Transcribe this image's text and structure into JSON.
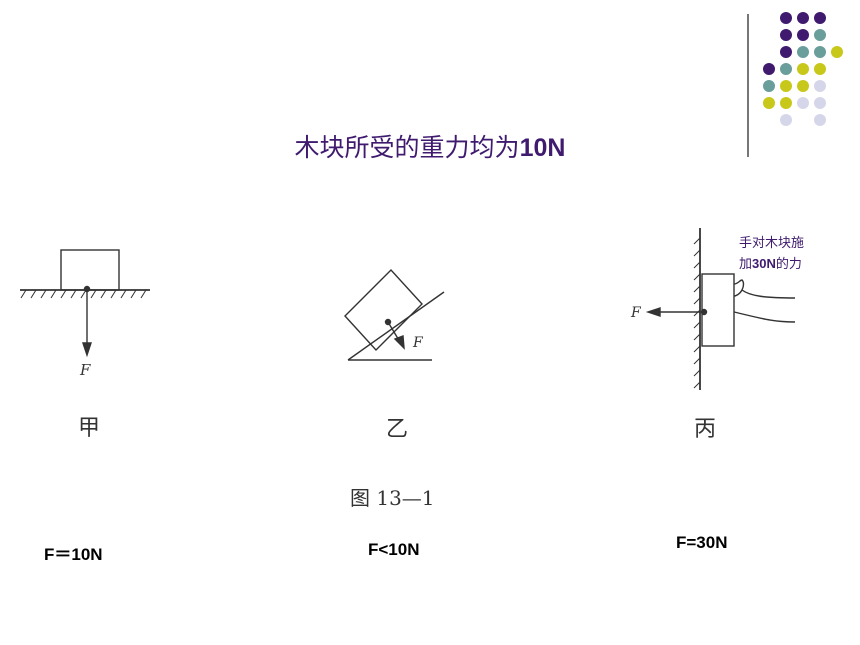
{
  "slide": {
    "title_prefix": "木块所受的重力均为",
    "title_value": "10N",
    "labels": {
      "force_symbol": "F",
      "jia": "甲",
      "yi": "乙",
      "bing": "丙",
      "figure_caption": "图 13—1"
    },
    "answers": {
      "jia": "F＝10N",
      "yi": "F<10N",
      "bing": "F=30N"
    },
    "note": {
      "line1": "手对木块施",
      "line2_prefix": "加",
      "line2_value": "30N",
      "line2_suffix": "的力"
    },
    "colors": {
      "title": "#3f1a6e",
      "dot_purple": "#3f1a6e",
      "dot_teal": "#6a9e9a",
      "dot_yellow": "#c8c81a",
      "dot_lavender": "#d6d6ea"
    }
  }
}
